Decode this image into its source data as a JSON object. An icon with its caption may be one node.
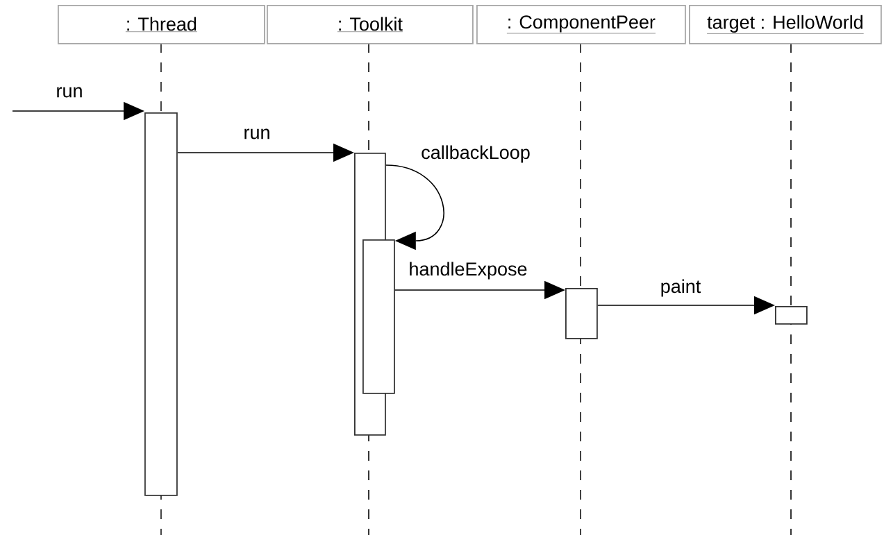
{
  "diagram": {
    "nodes": [
      {
        "text": [
          ": Thread"
        ]
      },
      {
        "text": [
          ": Toolkit"
        ]
      },
      {
        "text": [
          ": ComponentPeer"
        ]
      },
      {
        "text": [
          "target : HelloWorld"
        ]
      },
      {
        "text": [],
        "shape": "bar"
      },
      {
        "text": [],
        "shape": "bar"
      },
      {
        "text": [],
        "shape": "bar"
      },
      {
        "text": [],
        "shape": "bar"
      },
      {
        "text": [],
        "shape": "bar"
      }
    ],
    "edges": [
      {
        "from": null,
        "to": 4,
        "arrow": "to",
        "label": "run"
      },
      {
        "from": 4,
        "to": 5,
        "arrow": "to",
        "label": "run"
      },
      {
        "from": 5,
        "to": 6,
        "arrow": "to",
        "label": "callbackLoop"
      },
      {
        "from": 6,
        "to": 7,
        "arrow": "to",
        "label": "handleExpose"
      },
      {
        "from": 7,
        "to": 8,
        "arrow": "to",
        "label": "paint"
      }
    ]
  }
}
